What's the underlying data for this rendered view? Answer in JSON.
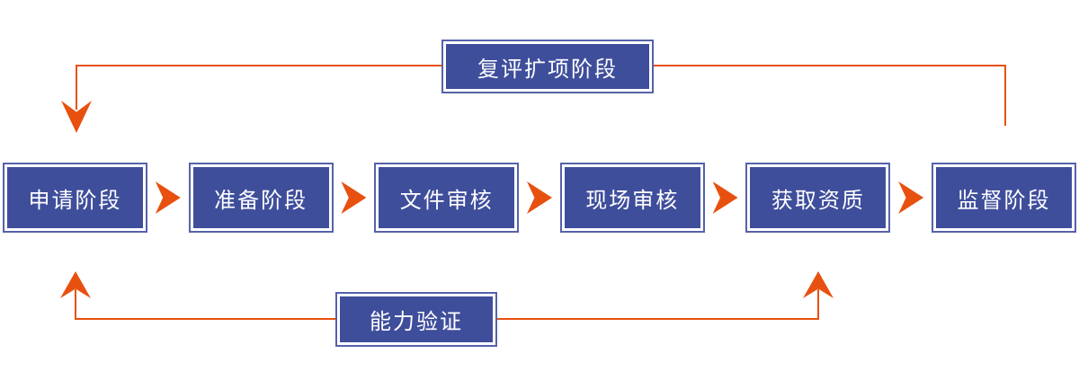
{
  "stages": [
    {
      "label": "申请阶段"
    },
    {
      "label": "准备阶段"
    },
    {
      "label": "文件审核"
    },
    {
      "label": "现场审核"
    },
    {
      "label": "获取资质"
    },
    {
      "label": "监督阶段"
    }
  ],
  "loops": {
    "top": {
      "label": "复评扩项阶段"
    },
    "bottom": {
      "label": "能力验证"
    }
  },
  "colors": {
    "box_fill": "#3F4E9B",
    "box_border": "#5562AA",
    "arrow_color": "#E8500F",
    "label_color": "#FFFFFF"
  }
}
